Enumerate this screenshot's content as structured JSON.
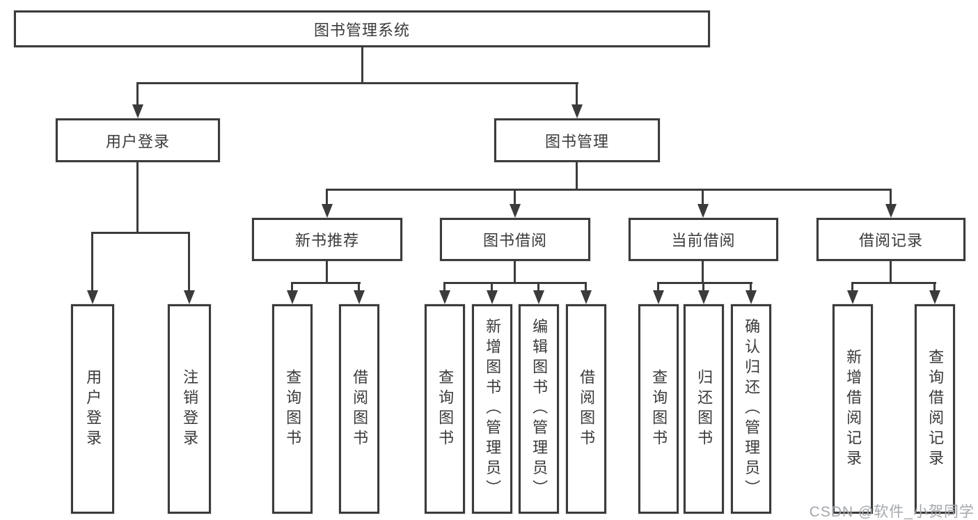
{
  "nodes": {
    "root": {
      "label": "图书管理系统"
    },
    "user_login": {
      "label": "用户登录"
    },
    "book_mgmt": {
      "label": "图书管理"
    },
    "new_book_rec": {
      "label": "新书推荐"
    },
    "book_borrow": {
      "label": "图书借阅"
    },
    "current_borrow": {
      "label": "当前借阅"
    },
    "borrow_record": {
      "label": "借阅记录"
    },
    "leaf_user_login": {
      "label": "用户登录"
    },
    "leaf_logout": {
      "label": "注销登录"
    },
    "leaf_nb_query_book": {
      "label": "查询图书"
    },
    "leaf_nb_borrow_book": {
      "label": "借阅图书"
    },
    "leaf_bb_query_book": {
      "label": "查询图书"
    },
    "leaf_bb_add_book": {
      "label": "新增图书（管理员）"
    },
    "leaf_bb_edit_book": {
      "label": "编辑图书（管理员）"
    },
    "leaf_bb_borrow_book": {
      "label": "借阅图书"
    },
    "leaf_cb_query_book": {
      "label": "查询图书"
    },
    "leaf_cb_return_book": {
      "label": "归还图书"
    },
    "leaf_cb_confirm_return": {
      "label": "确认归还（管理员）"
    },
    "leaf_br_add_record": {
      "label": "新增借阅记录"
    },
    "leaf_br_query_record": {
      "label": "查询借阅记录"
    }
  },
  "watermark": {
    "text": "CSDN @软件_小贺同学"
  },
  "colors": {
    "line": "#3b3b3b",
    "text": "#3a3a3a",
    "watermark": "#a3a7ac",
    "background": "#ffffff"
  }
}
